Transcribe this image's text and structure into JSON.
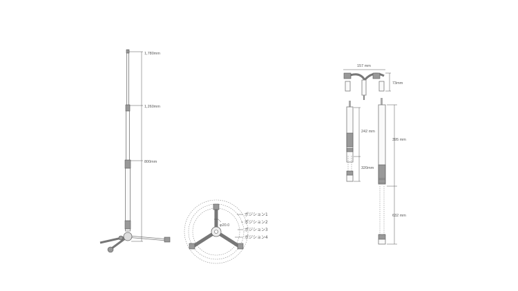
{
  "stand": {
    "heights": [
      "1,780mm",
      "1,260mm",
      "800mm"
    ]
  },
  "base": {
    "diameter": "φ20.0",
    "positions": [
      "ポジション1",
      "ポジション2",
      "ポジション3",
      "ポジション4"
    ]
  },
  "parts": {
    "clamp_width": "157 mm",
    "clamp_height": "73mm",
    "short_pole_length": "242 mm",
    "short_pole_extension": "320mm",
    "long_pole_length": "395 mm",
    "long_pole_extension": "632 mm"
  }
}
